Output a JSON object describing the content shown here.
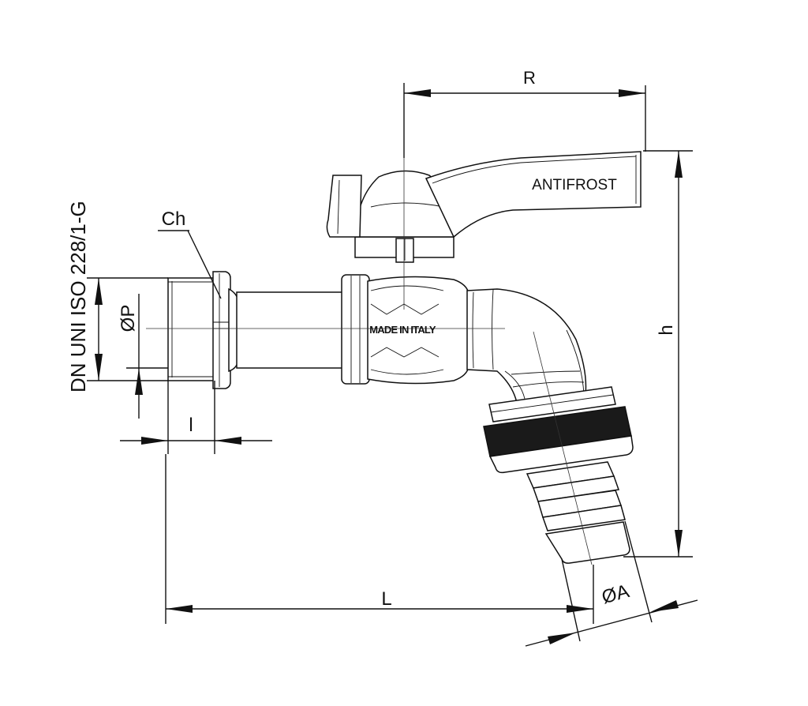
{
  "diagram": {
    "standard_label": "DN UNI ISO 228/1-G",
    "handle_label": "ANTIFROST",
    "body_marking": "MADE IN ITALY",
    "dimensions": {
      "R": "R",
      "Ch": "Ch",
      "P": "ØP",
      "l": "l",
      "h": "h",
      "L": "L",
      "A": "ØA"
    }
  }
}
